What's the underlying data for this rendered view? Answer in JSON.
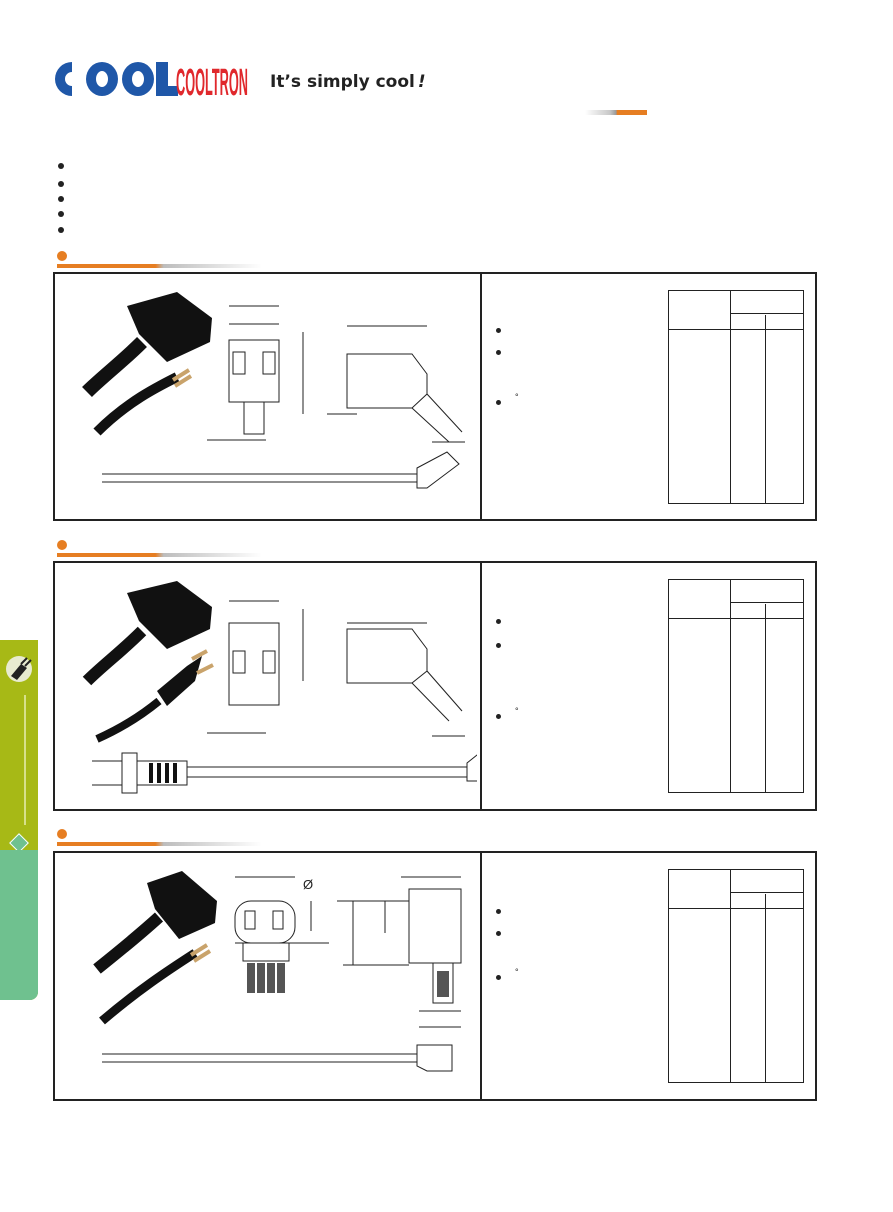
{
  "brand": {
    "logo_text": "COOLTRON",
    "tagline": "It’s simply cool",
    "tagline_mark": "!",
    "colors": {
      "blue": "#1f57a8",
      "red": "#e0282c",
      "orange": "#e67e22",
      "side_lime": "#a7b916",
      "side_green": "#6fc18f"
    }
  },
  "sections": [
    {
      "id": "section-1",
      "drawing_labels": {
        "diameter": ""
      },
      "angle_mark": "°"
    },
    {
      "id": "section-2",
      "drawing_labels": {
        "diameter": ""
      },
      "angle_mark": "°"
    },
    {
      "id": "section-3",
      "drawing_labels": {
        "diameter": "Ø"
      },
      "angle_mark": "°"
    }
  ],
  "icons": {
    "side_tab": "power-cord-icon",
    "side_marker": "diamond-icon"
  }
}
